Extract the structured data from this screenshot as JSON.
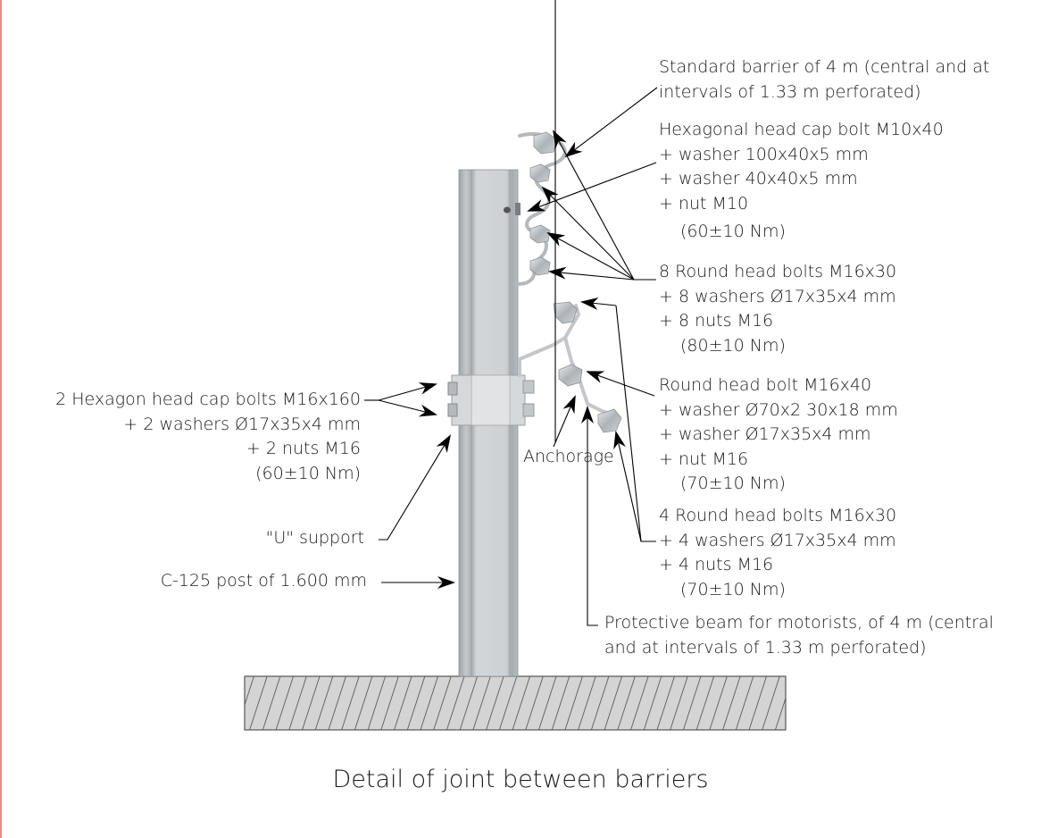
{
  "figure": {
    "caption": "Detail of joint between barriers",
    "accent_edge_color": "#f08a80"
  },
  "callouts": {
    "standard_barrier": {
      "lines": [
        "Standard barrier of 4 m (central and at",
        "intervals of 1.33 m perforated)"
      ]
    },
    "hex_bolt_m10": {
      "lines": [
        "Hexagonal head cap bolt M10x40",
        "+ washer 100x40x5 mm",
        "+ washer 40x40x5 mm",
        "+ nut M10"
      ],
      "torque": "(60±10 Nm)"
    },
    "round_bolts_8": {
      "lines": [
        "8 Round head bolts M16x30",
        "+ 8 washers Ø17x35x4 mm",
        "+ 8 nuts M16"
      ],
      "torque": "(80±10 Nm)"
    },
    "round_bolt_m16x40": {
      "lines": [
        "Round head bolt M16x40",
        "+ washer Ø70x2 30x18 mm",
        "+ washer Ø17x35x4 mm",
        "+ nut M16"
      ],
      "torque": "(70±10 Nm)"
    },
    "round_bolts_4": {
      "lines": [
        "4 Round head bolts M16x30",
        "+ 4 washers Ø17x35x4 mm",
        "+ 4 nuts M16"
      ],
      "torque": "(70±10 Nm)"
    },
    "protective_beam": {
      "lines": [
        "Protective beam for motorists, of 4 m (central",
        "and at intervals of 1.33 m perforated)"
      ]
    },
    "hex_bolts_m16x160": {
      "lines": [
        "2 Hexagon head cap bolts M16x160",
        "+ 2 washers Ø17x35x4 mm",
        "+ 2 nuts M16",
        "(60±10 Nm)"
      ]
    },
    "u_support": {
      "label": "\"U\" support"
    },
    "post": {
      "label": "C-125 post of 1.600 mm"
    },
    "anchorage": {
      "label": "Anchorage"
    }
  }
}
